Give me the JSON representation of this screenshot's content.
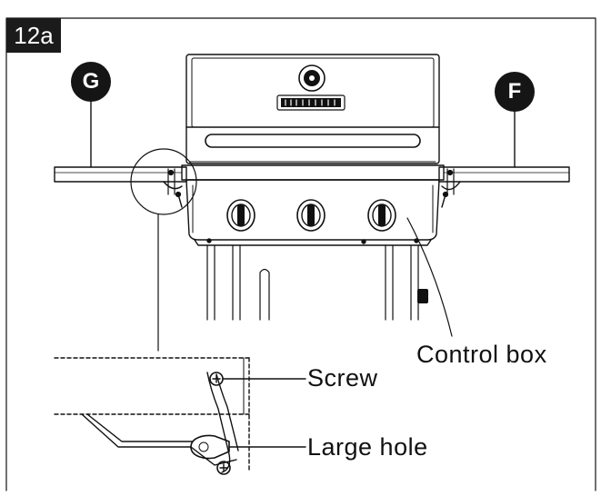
{
  "step": {
    "number": "12a"
  },
  "parts": {
    "left_letter": "G",
    "right_letter": "F"
  },
  "labels": {
    "control_box": "Control box",
    "screw": "Screw",
    "large_hole": "Large hole"
  },
  "colors": {
    "ink": "#111111",
    "badge": "#151515",
    "step_tag": "#1b1b1b",
    "background": "#ffffff"
  }
}
